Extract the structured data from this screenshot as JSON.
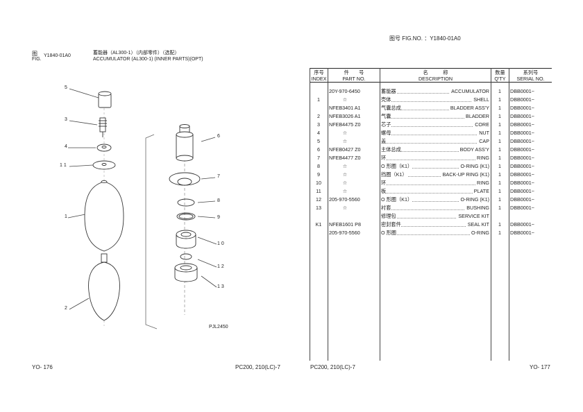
{
  "left_page": {
    "fig_cn": "图",
    "fig_en": "FIG.",
    "fig_number": "Y1840-01A0",
    "title_cn": "蓄能器（AL300-1）（内部零件）（选配）",
    "title_en": "ACCUMULATOR (AL300-1) (INNER PARTS)(OPT)",
    "drawing_code": "PJL2450",
    "page_number": "YO- 176",
    "model": "PC200, 210(LC)-7",
    "callouts": [
      "5",
      "3",
      "4",
      "1 1",
      "1",
      "2",
      "6",
      "7",
      "8",
      "9",
      "1 0",
      "1 2",
      "1 3"
    ]
  },
  "right_page": {
    "fig_label": "图号 FIG.NO. ：Y1840-01A0",
    "headers": {
      "index_cn": "序号",
      "index_en": "INDEX",
      "part_cn": "件　　号",
      "part_en": "PART NO.",
      "desc_cn": "名　　　称",
      "desc_en": "DESCRIPTION",
      "qty_cn": "数量",
      "qty_en": "Q'TY",
      "serial_cn": "系列号",
      "serial_en": "SERIAL NO."
    },
    "rows": [
      {
        "index": "",
        "part_no": "20Y-970-6450",
        "desc_cn": "蓄能器",
        "desc_en": "ACCUMULATOR",
        "qty": "1",
        "serial": "DBB0001~"
      },
      {
        "index": "1",
        "part_no": "☆",
        "desc_cn": "壳体",
        "desc_en": "SHELL",
        "qty": "1",
        "serial": "DBB0001~"
      },
      {
        "index": "",
        "part_no": "NFEB3401 A1",
        "desc_cn": "气囊总成",
        "desc_en": "BLADDER ASS'Y",
        "qty": "1",
        "serial": "DBB0001~"
      },
      {
        "index": "2",
        "part_no": "NFEB3026 A1",
        "desc_cn": "气囊",
        "desc_en": "BLADDER",
        "qty": "1",
        "serial": "DBB0001~"
      },
      {
        "index": "3",
        "part_no": "NFEB4475 Z0",
        "desc_cn": "芯子",
        "desc_en": "CORE",
        "qty": "1",
        "serial": "DBB0001~"
      },
      {
        "index": "4",
        "part_no": "☆",
        "desc_cn": "螺母",
        "desc_en": "NUT",
        "qty": "1",
        "serial": "DBB0001~"
      },
      {
        "index": "5",
        "part_no": "☆",
        "desc_cn": "盖",
        "desc_en": "CAP",
        "qty": "1",
        "serial": "DBB0001~"
      },
      {
        "index": "6",
        "part_no": "NFEB0427 Z0",
        "desc_cn": "主体总成",
        "desc_en": "BODY ASS'Y",
        "qty": "1",
        "serial": "DBB0001~"
      },
      {
        "index": "7",
        "part_no": "NFEB4477 Z0",
        "desc_cn": "环",
        "desc_en": "RING",
        "qty": "1",
        "serial": "DBB0001~"
      },
      {
        "index": "8",
        "part_no": "☆",
        "desc_cn": "O 形圈（K1）",
        "desc_en": "O-RING (K1)",
        "qty": "1",
        "serial": "DBB0001~"
      },
      {
        "index": "9",
        "part_no": "☆",
        "desc_cn": "挡圈（K1）",
        "desc_en": "BACK-UP RING (K1)",
        "qty": "1",
        "serial": "DBB0001~"
      },
      {
        "index": "10",
        "part_no": "☆",
        "desc_cn": "环",
        "desc_en": "RING",
        "qty": "1",
        "serial": "DBB0001~"
      },
      {
        "index": "11",
        "part_no": "☆",
        "desc_cn": "板",
        "desc_en": "PLATE",
        "qty": "1",
        "serial": "DBB0001~"
      },
      {
        "index": "12",
        "part_no": "205-970-5560",
        "desc_cn": "O 形圈（K1）",
        "desc_en": "O-RING (K1)",
        "qty": "1",
        "serial": "DBB0001~"
      },
      {
        "index": "13",
        "part_no": "☆",
        "desc_cn": "衬套",
        "desc_en": "BUSHING",
        "qty": "1",
        "serial": "DBB0001~"
      },
      {
        "index": "",
        "part_no": "",
        "desc_cn": "修理包",
        "desc_en": "SERVICE KIT",
        "qty": "",
        "serial": ""
      },
      {
        "index": "K1",
        "part_no": "NFEB1601 P8",
        "desc_cn": "密封套件",
        "desc_en": "SEAL KIT",
        "qty": "1",
        "serial": "DBB0001~"
      },
      {
        "index": "",
        "part_no": "205-970-5560",
        "desc_cn": "O 形圈",
        "desc_en": "O-RING",
        "qty": "1",
        "serial": "DBB0001~"
      }
    ],
    "model": "PC200, 210(LC)-7",
    "page_number": "YO- 177"
  }
}
